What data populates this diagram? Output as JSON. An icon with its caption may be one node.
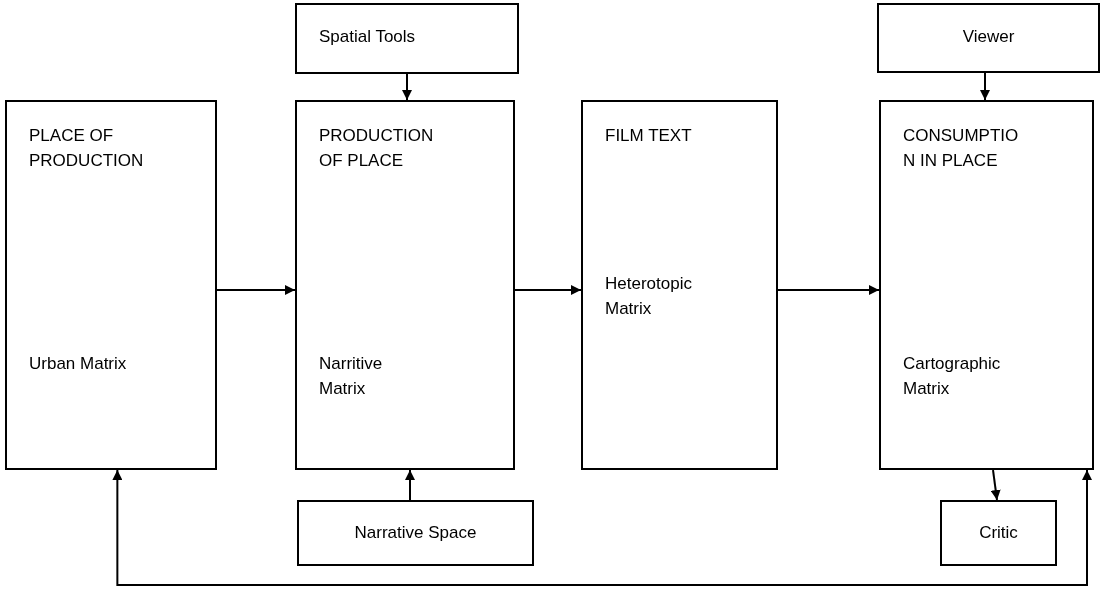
{
  "diagram": {
    "nodes": [
      {
        "text": [
          "Spatial Tools"
        ]
      },
      {
        "text": [
          "Viewer"
        ]
      },
      {
        "text": [
          "PLACE OF PRODUCTION",
          "Urban Matrix"
        ]
      },
      {
        "text": [
          "PRODUCTION OF PLACE",
          "Narritive Matrix"
        ]
      },
      {
        "text": [
          "FILM TEXT",
          "Heterotopic Matrix"
        ]
      },
      {
        "text": [
          "CONSUMPTIO N IN PLACE",
          "Cartographic Matrix"
        ]
      },
      {
        "text": [
          "Narrative Space"
        ]
      },
      {
        "text": [
          "Critic"
        ]
      }
    ],
    "edges": [
      {
        "from": 0,
        "to": 3,
        "arrow": "to"
      },
      {
        "from": 1,
        "to": 5,
        "arrow": "to"
      },
      {
        "from": 2,
        "to": 3,
        "arrow": "to"
      },
      {
        "from": 3,
        "to": 4,
        "arrow": "to"
      },
      {
        "from": 4,
        "to": 5,
        "arrow": "to"
      },
      {
        "from": 6,
        "to": 3,
        "arrow": "to"
      },
      {
        "from": 5,
        "to": 7,
        "arrow": "to"
      },
      {
        "from": 2,
        "to": 5,
        "arrow": "both"
      }
    ]
  }
}
